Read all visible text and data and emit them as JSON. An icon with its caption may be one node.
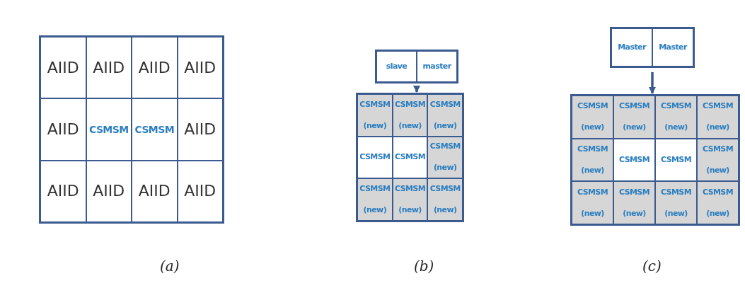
{
  "diagram": {
    "nodes": [
      {
        "text": [],
        "shape": "box"
      },
      {
        "text": [
          "AIID"
        ],
        "in": 0
      },
      {
        "text": [
          "AIID"
        ],
        "in": 0
      },
      {
        "text": [
          "AIID"
        ],
        "in": 0
      },
      {
        "text": [
          "AIID"
        ],
        "in": 0
      },
      {
        "text": [
          "AIID"
        ],
        "in": 0
      },
      {
        "text": [
          "CSMSM"
        ],
        "in": 0
      },
      {
        "text": [
          "CSMSM"
        ],
        "in": 0
      },
      {
        "text": [
          "AIID"
        ],
        "in": 0
      },
      {
        "text": [
          "AIID"
        ],
        "in": 0
      },
      {
        "text": [
          "AIID"
        ],
        "in": 0
      },
      {
        "text": [
          "AIID"
        ],
        "in": 0
      },
      {
        "text": [
          "AIID"
        ],
        "in": 0
      },
      {
        "text": [],
        "shape": "box"
      },
      {
        "text": [
          "slave"
        ],
        "in": 13
      },
      {
        "text": [
          "master"
        ],
        "in": 13
      },
      {
        "text": [],
        "shape": "box"
      },
      {
        "text": [
          "CSMSM (new)"
        ],
        "in": 16
      },
      {
        "text": [
          "CSMSM (new)"
        ],
        "in": 16
      },
      {
        "text": [
          "CSMSM (new)"
        ],
        "in": 16
      },
      {
        "text": [
          "CSMSM"
        ],
        "in": 16
      },
      {
        "text": [
          "CSMSM"
        ],
        "in": 16
      },
      {
        "text": [
          "CSMSM (new)"
        ],
        "in": 16
      },
      {
        "text": [
          "CSMSM (new)"
        ],
        "in": 16
      },
      {
        "text": [
          "CSMSM (new)"
        ],
        "in": 16
      },
      {
        "text": [
          "CSMSM (new)"
        ],
        "in": 16
      },
      {
        "text": [],
        "shape": "box"
      },
      {
        "text": [
          "Master"
        ],
        "in": 26
      },
      {
        "text": [
          "Master"
        ],
        "in": 26
      },
      {
        "text": [],
        "shape": "box"
      },
      {
        "text": [
          "CSMSM (new)"
        ],
        "in": 29
      },
      {
        "text": [
          "CSMSM (new)"
        ],
        "in": 29
      },
      {
        "text": [
          "CSMSM (new)"
        ],
        "in": 29
      },
      {
        "text": [
          "CSMSM (new)"
        ],
        "in": 29
      },
      {
        "text": [
          "CSMSM (new)"
        ],
        "in": 29
      },
      {
        "text": [
          "CSMSM"
        ],
        "in": 29
      },
      {
        "text": [
          "CSMSM"
        ],
        "in": 29
      },
      {
        "text": [
          "CSMSM (new)"
        ],
        "in": 29
      },
      {
        "text": [
          "CSMSM (new)"
        ],
        "in": 29
      },
      {
        "text": [
          "CSMSM (new)"
        ],
        "in": 29
      },
      {
        "text": [
          "CSMSM (new)"
        ],
        "in": 29
      },
      {
        "text": [
          "CSMSM (new)"
        ],
        "in": 29
      }
    ],
    "edges": [
      {
        "from": 13,
        "to": 16,
        "arrow": "to"
      },
      {
        "from": 26,
        "to": 29,
        "arrow": "to"
      }
    ],
    "labels": [
      "(a)",
      "(b)",
      "(c)"
    ]
  }
}
